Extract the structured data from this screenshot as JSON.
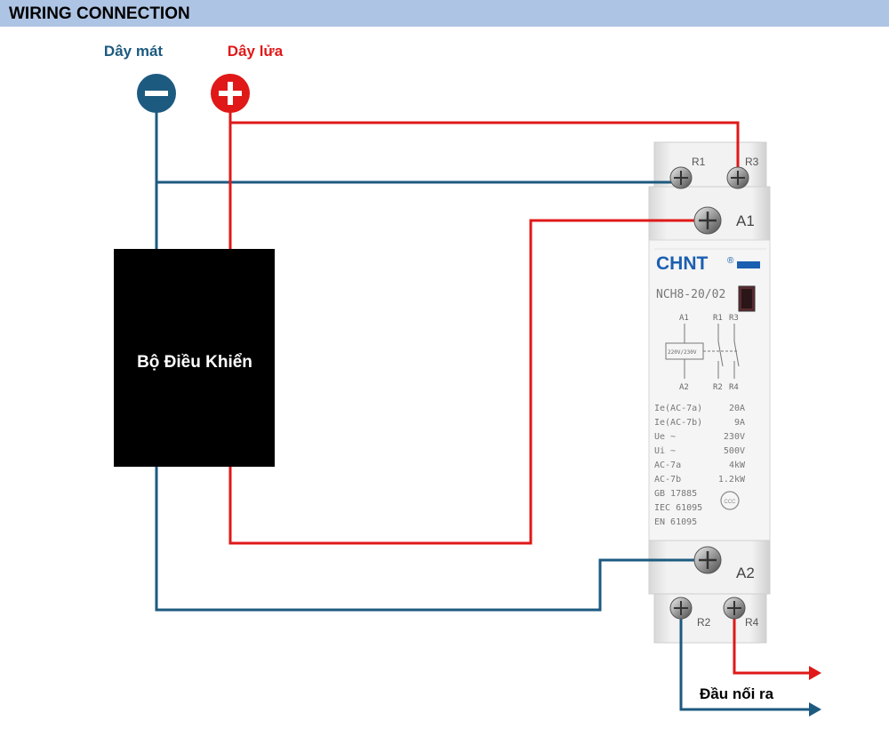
{
  "header": {
    "title": "WIRING CONNECTION"
  },
  "labels": {
    "neutral": "Dây mát",
    "live": "Dây lửa",
    "controller": "Bộ Điều Khiển",
    "output": "Đầu nối ra"
  },
  "contactor": {
    "brand": "CHNT",
    "brand_mark": "®",
    "model": "NCH8-20/02",
    "terminals": {
      "r1": "R1",
      "r3": "R3",
      "a1": "A1",
      "a2": "A2",
      "r2": "R2",
      "r4": "R4"
    },
    "schematic": {
      "a1": "A1",
      "a2": "A2",
      "r1": "R1",
      "r3": "R3",
      "r2": "R2",
      "r4": "R4",
      "coil_label": "220V/230V"
    },
    "specs": [
      {
        "label": "Ie(AC-7a)",
        "value": "20A"
      },
      {
        "label": "Ie(AC-7b)",
        "value": "9A"
      },
      {
        "label": "Ue ~",
        "value": "230V"
      },
      {
        "label": "Ui ~",
        "value": "500V"
      },
      {
        "label": "AC-7a",
        "value": "4kW"
      },
      {
        "label": "AC-7b",
        "value": "1.2kW"
      }
    ],
    "standards": [
      "GB 17885",
      "IEC 61095",
      "EN 61095"
    ],
    "cert_mark": "CCC"
  },
  "colors": {
    "neutral_wire": "#1d5a80",
    "live_wire": "#e01818",
    "controller_box": "#000000",
    "header_band": "#aec4e4"
  },
  "icons": {
    "neutral": "minus-icon",
    "live": "plus-icon"
  }
}
